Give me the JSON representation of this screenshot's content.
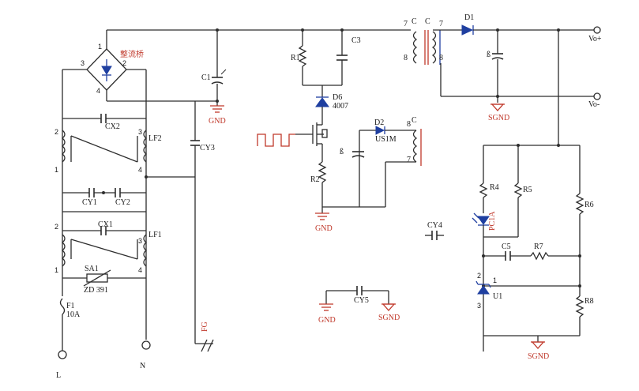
{
  "bridge": {
    "name": "整流桥",
    "pins": [
      "1",
      "2",
      "3",
      "4"
    ]
  },
  "caps": {
    "c1": "C1",
    "c3": "C3",
    "c5": "C5",
    "cx1": "CX1",
    "cx2": "CX2",
    "cy1": "CY1",
    "cy2": "CY2",
    "cy3": "CY3",
    "cy4": "CY4",
    "cy5": "CY5"
  },
  "electrolytic_small": "ß",
  "resistors": {
    "r1": "R1",
    "r2": "R2",
    "r4": "R4",
    "r5": "R5",
    "r6": "R6",
    "r7": "R7",
    "r8": "R8"
  },
  "diodes": {
    "d1": "D1",
    "d2": "D2",
    "d2_part": "US1M",
    "d6": "D6",
    "d6_part": "4007"
  },
  "filters": {
    "lf1": "LF1",
    "lf2": "LF2",
    "pins": [
      "1",
      "2",
      "3",
      "4"
    ]
  },
  "varistor": {
    "name": "SA1",
    "part": "ZD 391"
  },
  "fuse": {
    "name": "F1",
    "rating": "10A"
  },
  "terminals": {
    "line": "L",
    "neutral": "N"
  },
  "ground": {
    "gnd": "GND",
    "sgnd": "SGND",
    "fg": "FG"
  },
  "outputs": {
    "vplus": "Vo+",
    "vminus": "Vo-"
  },
  "transformer": {
    "label": "C",
    "pin7": "7",
    "pin8": "8"
  },
  "optocoupler": {
    "name": "PC1A"
  },
  "shunt": {
    "name": "U1",
    "pin1": "1",
    "pin2": "2",
    "pin3": "3"
  }
}
